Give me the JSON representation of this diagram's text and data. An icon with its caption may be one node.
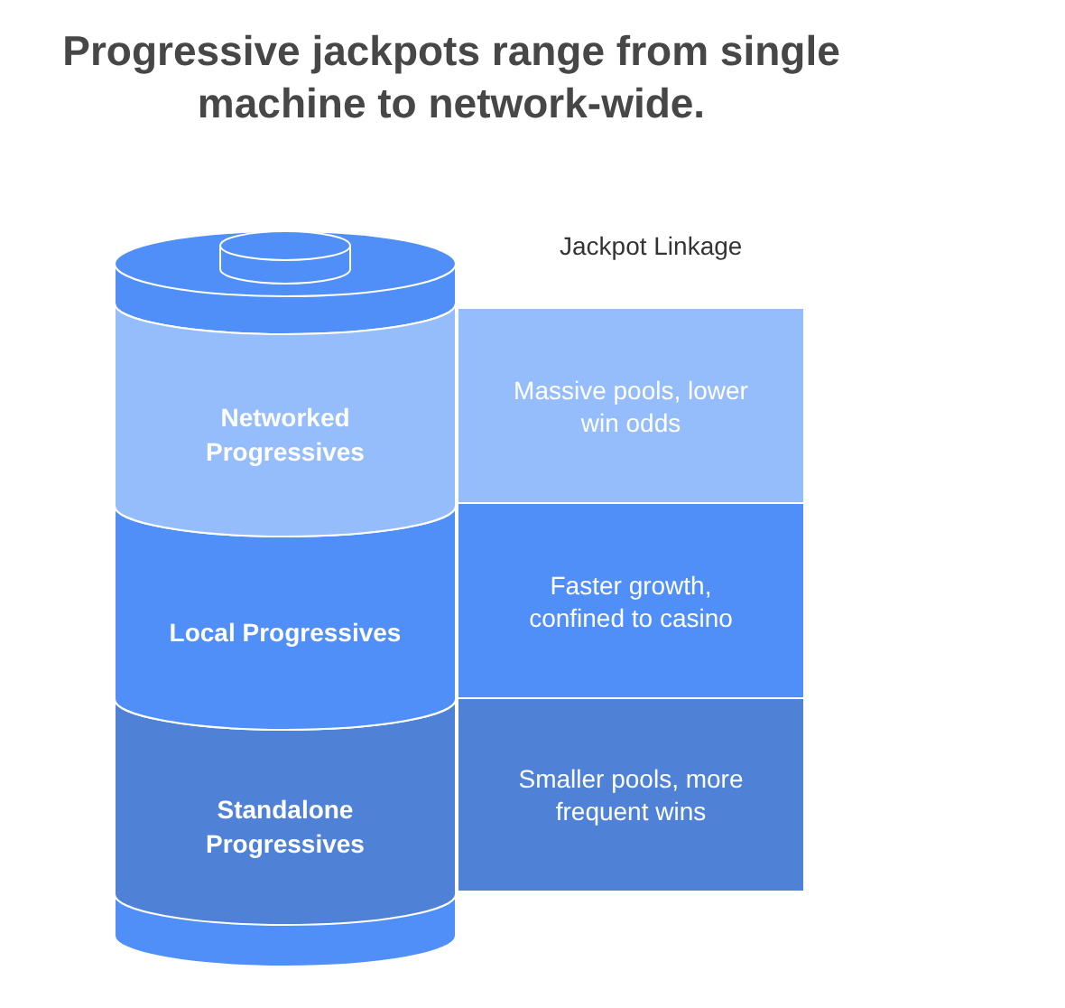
{
  "diagram": {
    "title": "Progressive jackpots range from single machine to network-wide.",
    "nodes": [
      {
        "text": [],
        "shape": "cylinder"
      },
      {
        "text": [
          "Networked Progressives"
        ],
        "in": 0
      },
      {
        "text": [
          "Massive pools, lower win odds"
        ]
      },
      {
        "text": [
          "Local Progressives"
        ],
        "in": 0
      },
      {
        "text": [
          "Faster growth, confined to casino"
        ]
      },
      {
        "text": [
          "Standalone Progressives"
        ],
        "in": 0
      },
      {
        "text": [
          "Smaller pools, more frequent wins"
        ]
      }
    ],
    "labels": [
      "Jackpot Linkage"
    ]
  }
}
